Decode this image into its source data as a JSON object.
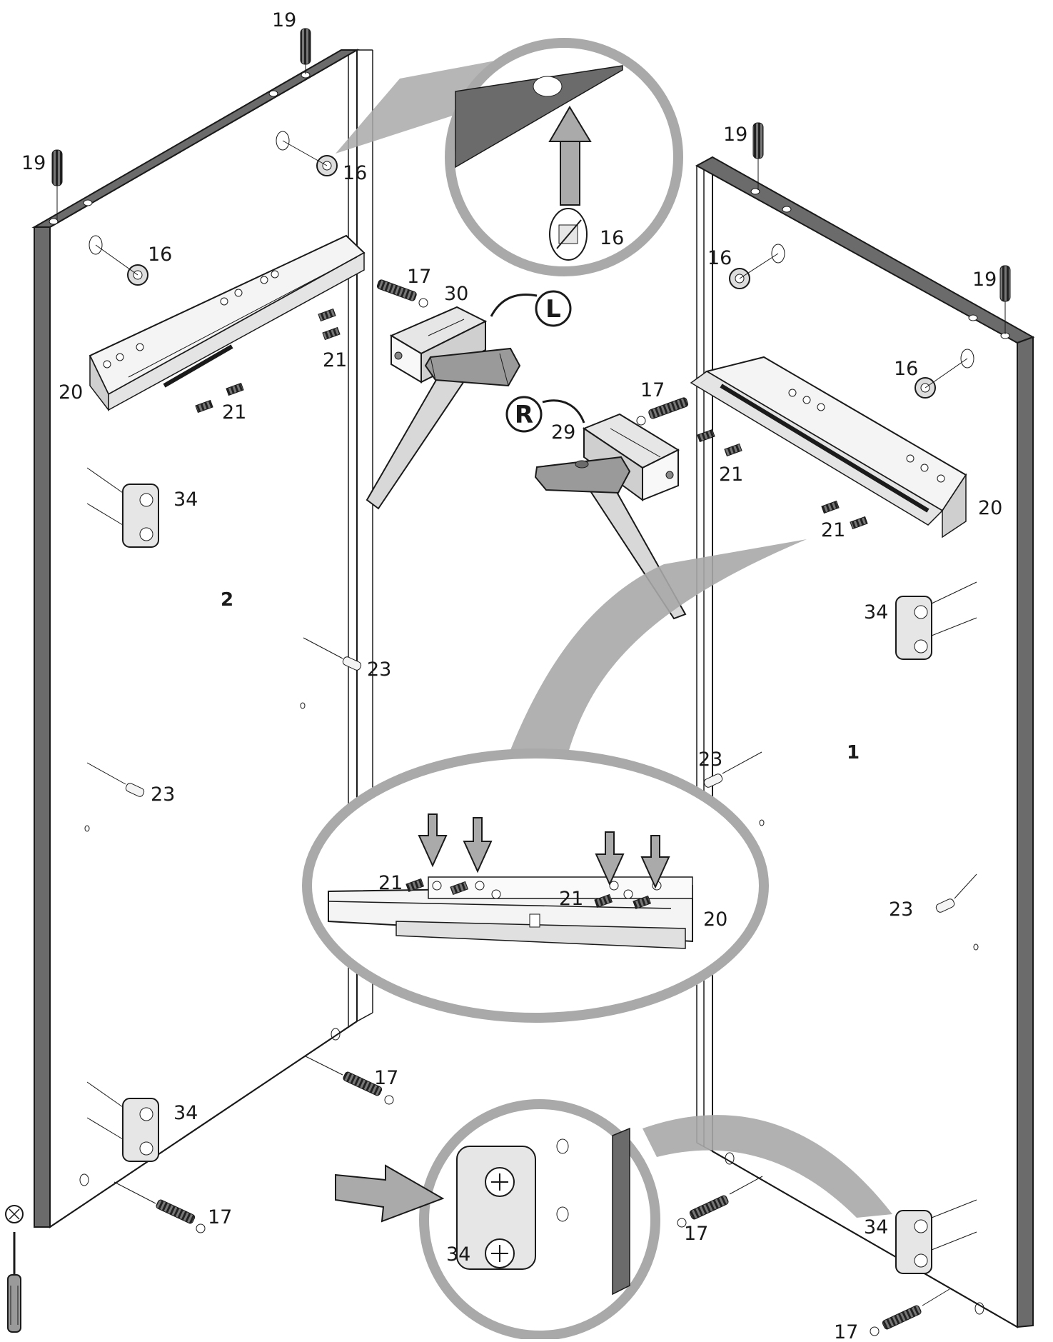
{
  "panel_numbers": {
    "left": "2",
    "right": "1"
  },
  "orientation": {
    "left_marker": "L",
    "right_marker": "R"
  },
  "part_labels": {
    "p16": "16",
    "p17": "17",
    "p19": "19",
    "p20": "20",
    "p21": "21",
    "p23": "23",
    "p29": "29",
    "p30": "30",
    "p34": "34"
  },
  "colors": {
    "panel_edge": "#6b6b6b",
    "arrow": "#aaaaaa",
    "zoom_ring": "#a9a9a9",
    "line": "#1a1a1a",
    "hammer": "#9a9a9a"
  },
  "icons": [
    "screwdriver-icon",
    "phillips-head-icon",
    "hammer-icon",
    "arrow-up-icon",
    "arrow-down-icon",
    "arrow-right-icon"
  ]
}
